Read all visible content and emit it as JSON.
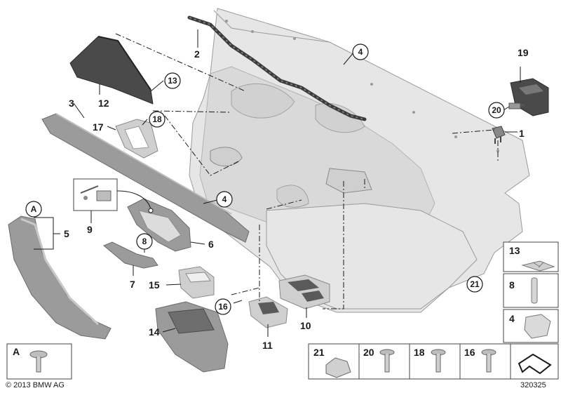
{
  "labels": {
    "p1": "1",
    "p2": "2",
    "p3": "3",
    "p4a": "4",
    "p4b": "4",
    "p5": "5",
    "p6": "6",
    "p7": "7",
    "p8": "8",
    "p9": "9",
    "p10": "10",
    "p11": "11",
    "p12": "12",
    "p13": "13",
    "p14": "14",
    "p15": "15",
    "p16": "16",
    "p17": "17",
    "p18": "18",
    "p19": "19",
    "p20": "20",
    "p21": "21",
    "pA": "A"
  },
  "legend_right": [
    "13",
    "8",
    "4"
  ],
  "legend_bottom": [
    "A",
    "21",
    "20",
    "18",
    "16"
  ],
  "copyright": "© 2013 BMW AG",
  "diagram_id": "320325"
}
